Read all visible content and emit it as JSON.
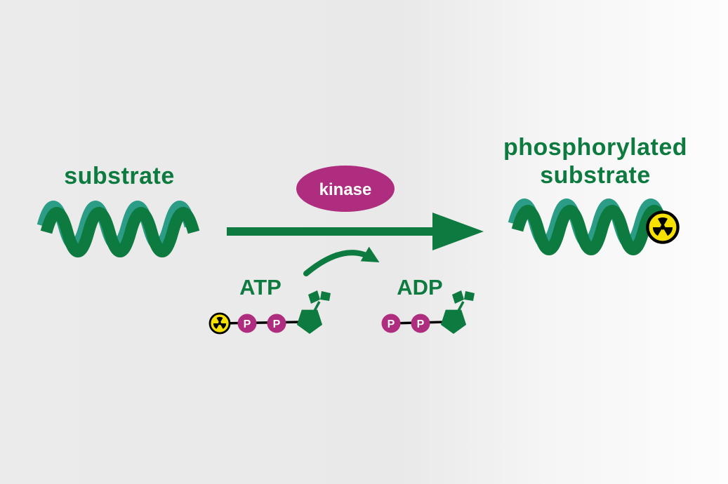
{
  "labels": {
    "substrate": "substrate",
    "kinase": "kinase",
    "phosphorylated_line1": "phosphorylated",
    "phosphorylated_line2": "substrate",
    "atp": "ATP",
    "adp": "ADP",
    "phosphate": "P"
  },
  "icons": {
    "radioactive": "radioactive-trefoil-icon",
    "phosphate": "phosphate-circle-icon",
    "ribose": "ribose-adenine-icon"
  },
  "colors": {
    "green": "#0d7a3f",
    "teal_highlight": "#2b9c85",
    "magenta": "#ae2d7f",
    "radioactive_yellow": "#f6e000",
    "black": "#000000",
    "background_left": "#ebebeb",
    "background_right": "#fdfdfd",
    "label_text_white": "#ffffff"
  }
}
